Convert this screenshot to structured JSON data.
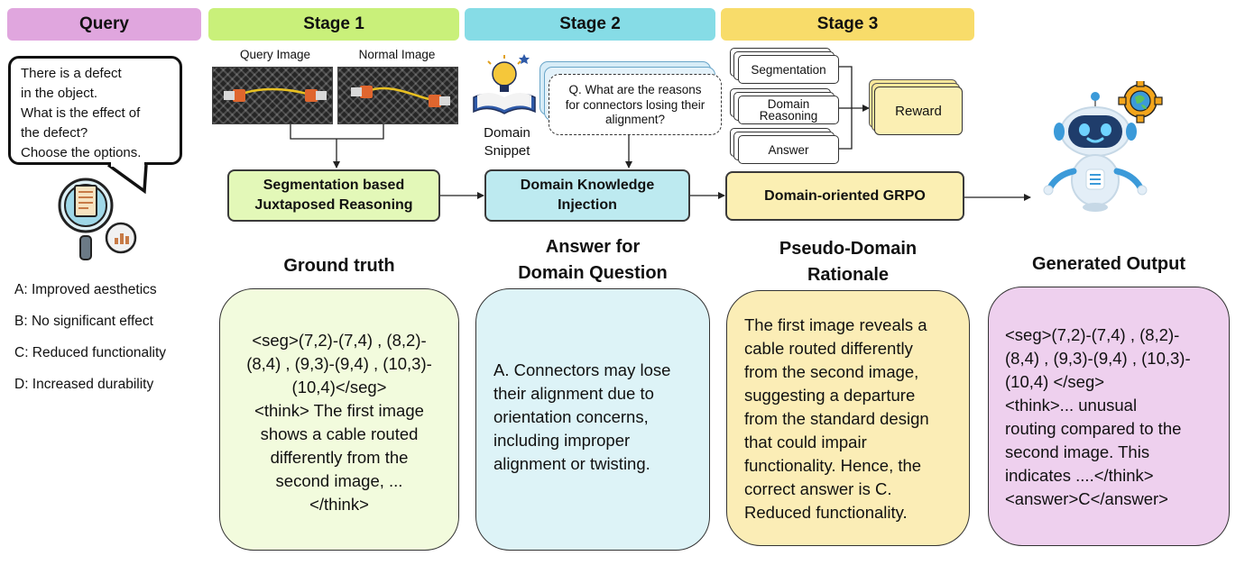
{
  "headers": {
    "query": "Query",
    "stage1": "Stage 1",
    "stage2": "Stage 2",
    "stage3": "Stage 3"
  },
  "colors": {
    "query_header": "#E0A6DE",
    "stage1_header": "#C9F07A",
    "stage2_header": "#86DCE6",
    "stage3_header": "#F8DC6A",
    "stage1_module": "#E3F8B8",
    "stage2_module": "#BDEAF0",
    "stage3_module": "#FBEFB3",
    "gt_card": "#F2FBDD",
    "answer_card": "#DDF3F7",
    "rationale_card": "#FBEDB6",
    "output_card": "#EED0EE"
  },
  "query": {
    "bubble_lines": [
      "There is a defect",
      "in the object.",
      "What is  the effect of",
      "the defect?",
      "Choose the options."
    ],
    "options": [
      "A: Improved aesthetics",
      "B: No significant effect",
      "C: Reduced functionality",
      "D: Increased durability"
    ]
  },
  "stage1": {
    "query_image_label": "Query Image",
    "normal_image_label": "Normal Image",
    "module_lines": [
      "Segmentation based",
      "Juxtaposed Reasoning"
    ]
  },
  "stage2": {
    "snippet_lines": [
      "Domain",
      "Snippet"
    ],
    "question_lines": [
      "Q. What are the reasons",
      "for connectors losing their",
      "alignment?"
    ],
    "module_lines": [
      "Domain Knowledge",
      "Injection"
    ]
  },
  "stage3": {
    "stack_labels": [
      "Segmentation",
      "Domain",
      "Reasoning",
      "Answer"
    ],
    "reward_label": "Reward",
    "module_label": "Domain-oriented GRPO"
  },
  "sections": {
    "ground_truth": "Ground truth",
    "answer_lines": [
      "Answer for",
      "Domain Question"
    ],
    "rationale_lines": [
      "Pseudo-Domain",
      "Rationale"
    ],
    "generated": "Generated Output"
  },
  "cards": {
    "ground_truth_lines": [
      "<seg>(7,2)-(7,4) , (8,2)-",
      "(8,4) , (9,3)-(9,4) , (10,3)-",
      "(10,4)</seg>",
      "<think> The first image",
      "shows a cable routed",
      "differently from the",
      "second image, ...",
      "</think>"
    ],
    "answer_lines": [
      "A. Connectors may lose",
      "their alignment due to",
      "orientation concerns,",
      "including improper",
      "alignment or twisting."
    ],
    "rationale_lines": [
      "The first image reveals a",
      "cable routed differently",
      "from the second image,",
      "suggesting a departure",
      "from the standard design",
      "that could impair",
      "functionality. Hence, the",
      "correct answer is C.",
      "Reduced functionality."
    ],
    "output_lines": [
      "<seg>(7,2)-(7,4) , (8,2)-",
      "(8,4) , (9,3)-(9,4) , (10,3)-",
      "(10,4) </seg>",
      "<think>... unusual",
      "routing compared to the",
      "second image. This",
      "indicates ....</think>",
      "<answer>C</answer>"
    ]
  }
}
